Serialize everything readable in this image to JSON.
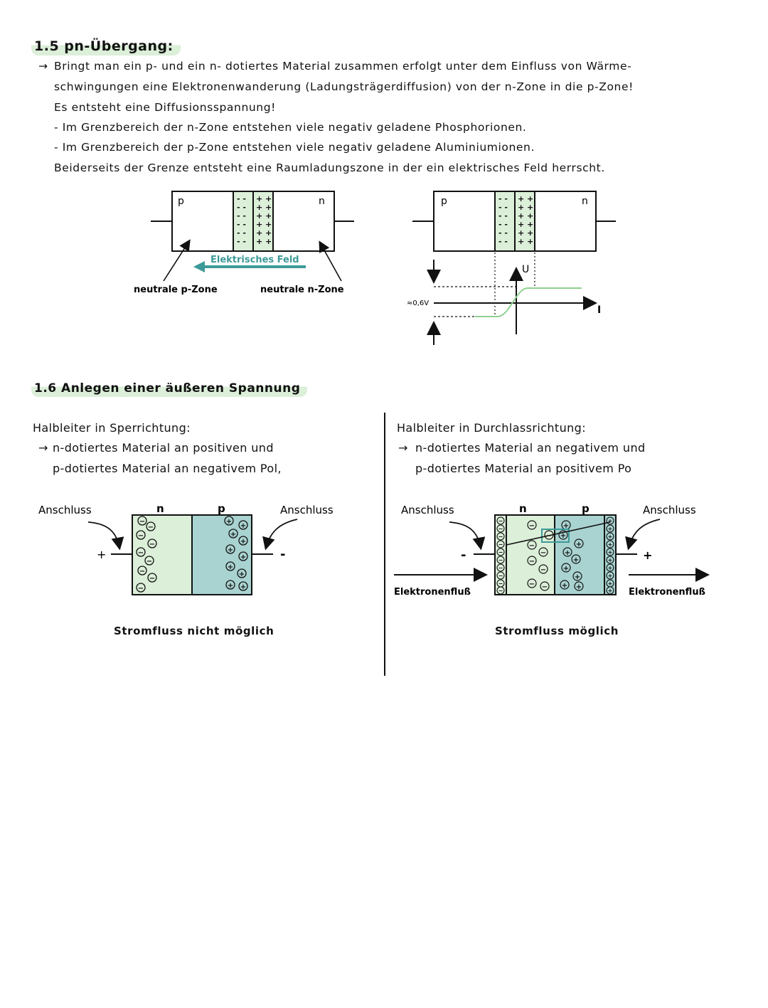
{
  "section15": {
    "title": "1.5 pn-Übergang:",
    "arrow": "→",
    "lines": [
      "Bringt man ein p- und ein n- dotiertes Material zusammen erfolgt unter dem Einfluss von Wärme-",
      "schwingungen eine Elektronenwanderung (Ladungsträgerdiffusion) von der n-Zone in die p-Zone!",
      "Es entsteht eine Diffusionsspannung!",
      "- Im Grenzbereich der n-Zone entstehen viele negativ geladene Phosphorionen.",
      "- Im Grenzbereich der p-Zone entstehen viele negativ geladene Aluminiumionen.",
      "Beiderseits der Grenze entsteht eine Raumladungszone in der ein elektrisches Feld herrscht."
    ],
    "diagram1": {
      "p_label": "p",
      "n_label": "n",
      "field_label": "Elektrisches Feld",
      "neutral_p": "neutrale p-Zone",
      "neutral_n": "neutrale n-Zone"
    },
    "diagram2": {
      "p_label": "p",
      "n_label": "n",
      "u_label": "U",
      "i_label": "I",
      "voltage_label": "≈0,6V"
    }
  },
  "section16": {
    "title": "1.6 Anlegen einer äußeren Spannung",
    "left": {
      "title": "Halbleiter in Sperrichtung:",
      "arrow": "→",
      "line1": "n-dotiertes Material an positiven und",
      "line2": "p-dotiertes Material an negativem Pol,",
      "connector_left": "Anschluss",
      "connector_right": "Anschluss",
      "n_label": "n",
      "p_label": "p",
      "plus": "+",
      "minus": "-",
      "caption": "Stromfluss nicht möglich"
    },
    "right": {
      "title": "Halbleiter in Durchlassrichtung:",
      "arrow": "→",
      "line1": "n-dotiertes Material an negativem und",
      "line2": "p-dotiertes Material an positivem Po",
      "connector_left": "Anschluss",
      "connector_right": "Anschluss",
      "n_label": "n",
      "p_label": "p",
      "minus": "-",
      "plus": "+",
      "flow_left": "Elektronenfluß",
      "flow_right": "Elektronenfluß",
      "caption": "Stromfluss möglich"
    }
  },
  "colors": {
    "light_green": "#dcefd9",
    "teal": "#a9d3d1",
    "arrow_teal": "#3d9a98",
    "curve_green": "#8fd08f"
  }
}
